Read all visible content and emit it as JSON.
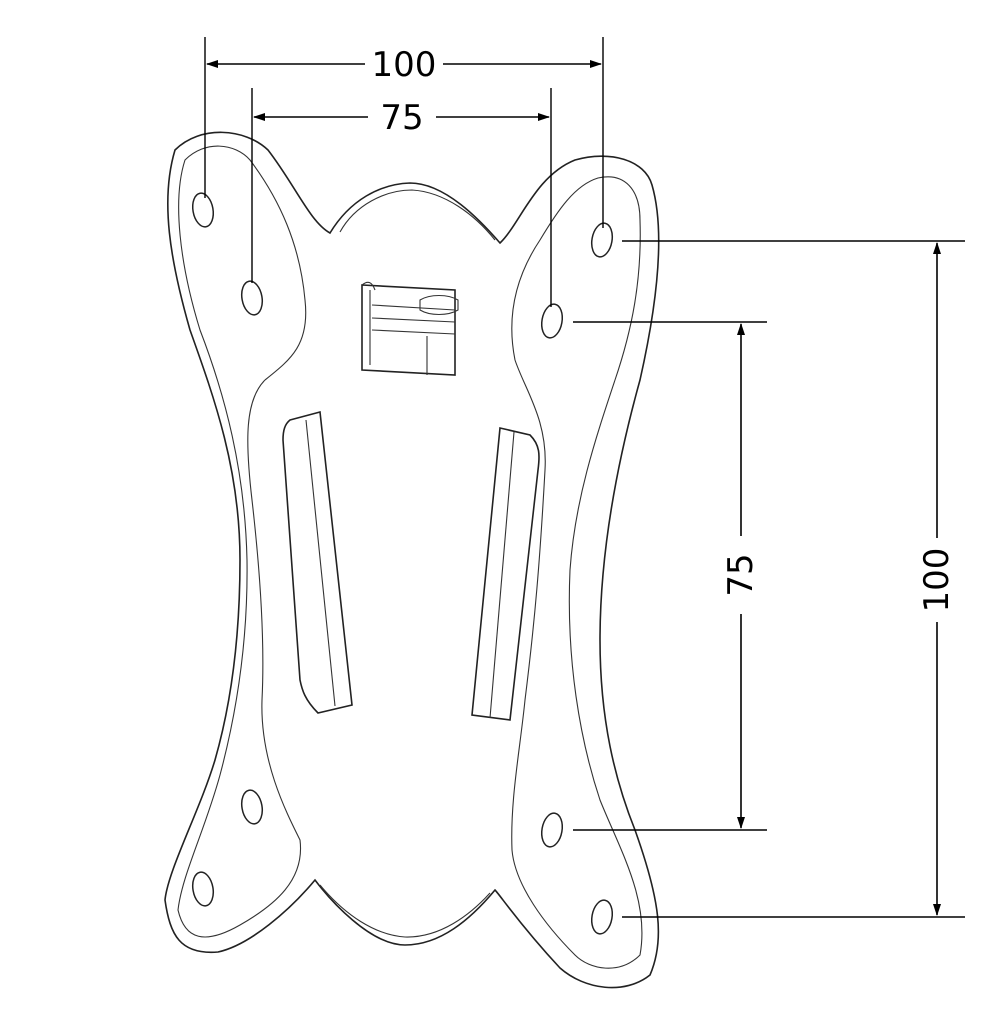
{
  "dimensions": {
    "horizontal_outer": "100",
    "horizontal_inner": "75",
    "vertical_inner": "75",
    "vertical_outer": "100"
  },
  "colors": {
    "line": "#000000",
    "background": "#ffffff"
  }
}
